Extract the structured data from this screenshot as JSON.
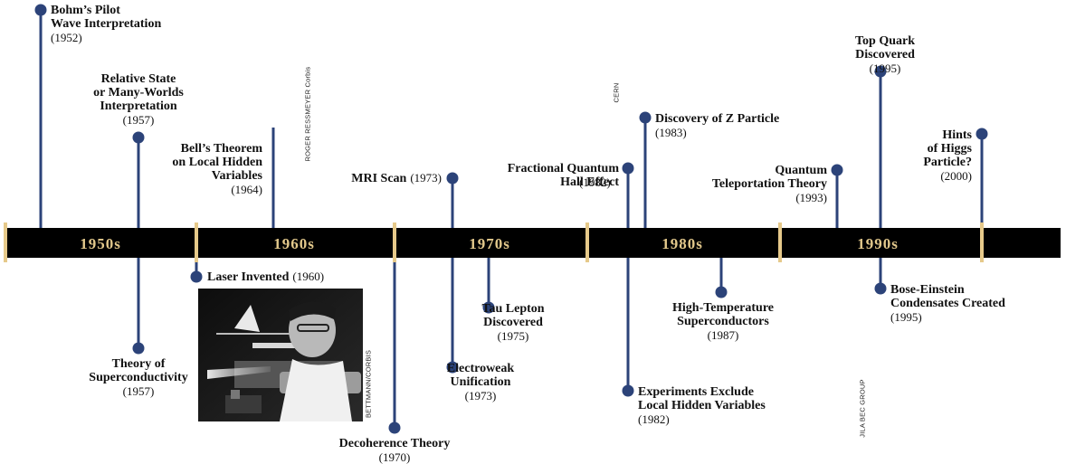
{
  "decades": [
    "1950s",
    "1960s",
    "1970s",
    "1980s",
    "1990s"
  ],
  "events": {
    "bohm": {
      "title": "Bohm’s Pilot\nWave Interpretation",
      "year": "(1952)"
    },
    "many_worlds": {
      "title": "Relative State\nor Many-Worlds\nInterpretation",
      "year": "(1957)"
    },
    "superconductivity": {
      "title": "Theory of\nSuperconductivity",
      "year": "(1957)"
    },
    "laser": {
      "title": "Laser Invented",
      "year": "(1960)"
    },
    "bell": {
      "title": "Bell’s Theorem\non Local Hidden\nVariables",
      "year": "(1964)"
    },
    "decoherence": {
      "title": "Decoherence Theory",
      "year": "(1970)"
    },
    "mri": {
      "title": "MRI Scan",
      "year": "(1973)"
    },
    "electroweak": {
      "title": "Electroweak\nUnification",
      "year": "(1973)"
    },
    "tau": {
      "title": "Tau Lepton\nDiscovered",
      "year": "(1975)"
    },
    "fqhe": {
      "title": "Fractional Quantum\nHall Effect",
      "year": "(1982)"
    },
    "experiments": {
      "title": "Experiments Exclude\nLocal Hidden Variables",
      "year": "(1982)"
    },
    "z_particle": {
      "title": "Discovery of Z Particle",
      "year": "(1983)"
    },
    "htsc": {
      "title": "High-Temperature\nSuperconductors",
      "year": "(1987)"
    },
    "teleportation": {
      "title": "Quantum\nTeleportation Theory",
      "year": "(1993)"
    },
    "top_quark": {
      "title": "Top Quark\nDiscovered",
      "year": "(1995)"
    },
    "bec": {
      "title": "Bose-Einstein\nCondensates Created",
      "year": "(1995)"
    },
    "higgs": {
      "title": "Hints\nof Higgs\nParticle?",
      "year": "(2000)"
    }
  },
  "credits": {
    "ressmeyer": "ROGER RESSMEYER Corbis",
    "cern": "CERN",
    "bettmann": "BETTMANN/CORBIS",
    "jila": "JILA BEC GROUP"
  },
  "colors": {
    "bar": "#000000",
    "marker": "#2c4379",
    "decade_text": "#e3c98c",
    "tick": "#e6c98a"
  }
}
